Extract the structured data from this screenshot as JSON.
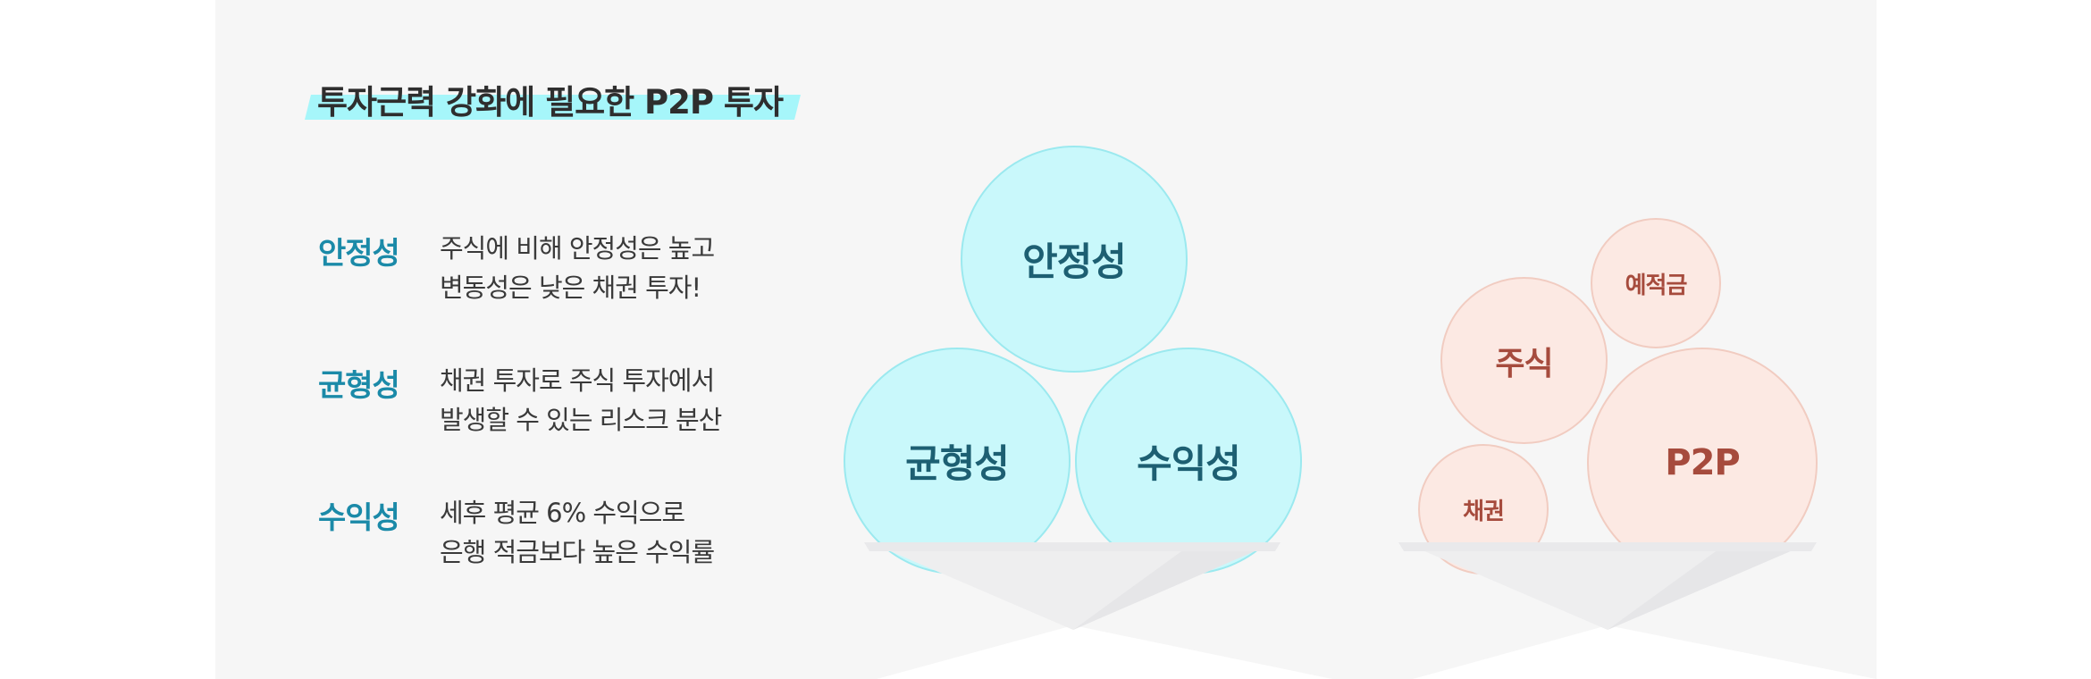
{
  "headline": "투자근력 강화에 필요한 P2P 투자",
  "features": [
    {
      "title": "안정성",
      "lines": [
        "주식에 비해 안정성은 높고",
        "변동성은 낮은 채권 투자!"
      ]
    },
    {
      "title": "균형성",
      "lines": [
        "채권 투자로 주식 투자에서",
        "발생할 수 있는 리스크 분산"
      ]
    },
    {
      "title": "수익성",
      "lines": [
        "세후 평균 6% 수익으로",
        "은행 적금보다 높은 수익률"
      ]
    }
  ],
  "left_diagram": {
    "circles": [
      "안정성",
      "균형성",
      "수익성"
    ],
    "color_fill": "#c9f8fb",
    "color_text": "#1d5f72"
  },
  "right_diagram": {
    "circles": [
      "예적금",
      "주식",
      "채권",
      "P2P"
    ],
    "color_fill": "#fce9e3",
    "color_text": "#a64b3d"
  },
  "colors": {
    "panel_bg": "#f6f6f6",
    "headline_highlight": "#a6f6fa",
    "accent": "#1b8aa8"
  }
}
